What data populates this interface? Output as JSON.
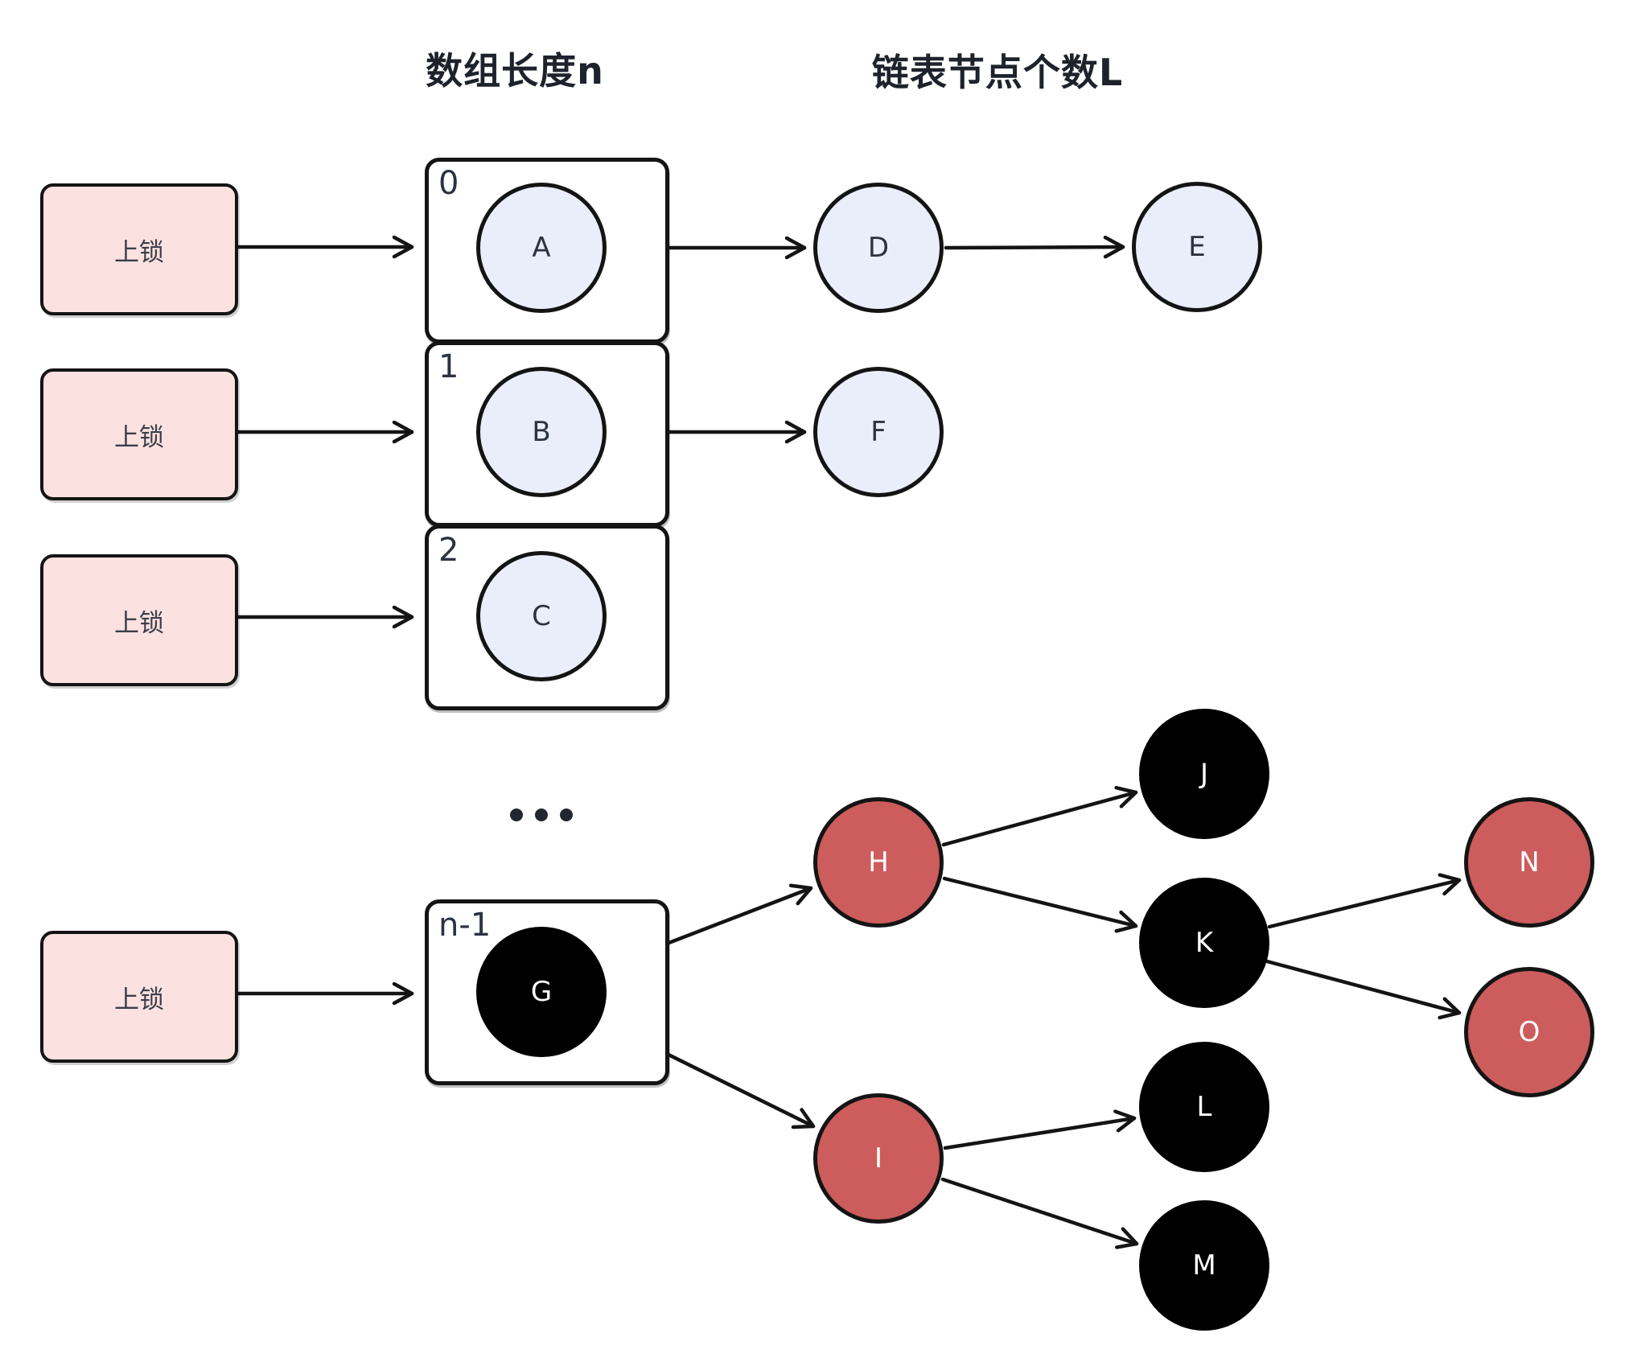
{
  "headers": {
    "array_label": "数组长度n",
    "list_label": "链表节点个数L"
  },
  "locks": [
    {
      "label": "上锁"
    },
    {
      "label": "上锁"
    },
    {
      "label": "上锁"
    },
    {
      "label": "上锁"
    }
  ],
  "slots": [
    {
      "index": "0",
      "bucket_node": "A"
    },
    {
      "index": "1",
      "bucket_node": "B"
    },
    {
      "index": "2",
      "bucket_node": "C"
    },
    {
      "index": "n-1",
      "bucket_node": "G"
    }
  ],
  "nodes": {
    "A": {
      "label": "A",
      "kind": "bucket-head-list"
    },
    "B": {
      "label": "B",
      "kind": "bucket-head-list"
    },
    "C": {
      "label": "C",
      "kind": "bucket-head-list"
    },
    "D": {
      "label": "D",
      "kind": "list"
    },
    "E": {
      "label": "E",
      "kind": "list"
    },
    "F": {
      "label": "F",
      "kind": "list"
    },
    "G": {
      "label": "G",
      "kind": "tree-black"
    },
    "H": {
      "label": "H",
      "kind": "tree-red"
    },
    "I": {
      "label": "I",
      "kind": "tree-red"
    },
    "J": {
      "label": "J",
      "kind": "tree-black"
    },
    "K": {
      "label": "K",
      "kind": "tree-black"
    },
    "L": {
      "label": "L",
      "kind": "tree-black"
    },
    "M": {
      "label": "M",
      "kind": "tree-black"
    },
    "N": {
      "label": "N",
      "kind": "tree-red"
    },
    "O": {
      "label": "O",
      "kind": "tree-red"
    }
  },
  "edges": [
    {
      "from": "lock-0",
      "to": "slot-0"
    },
    {
      "from": "lock-1",
      "to": "slot-1"
    },
    {
      "from": "lock-2",
      "to": "slot-2"
    },
    {
      "from": "lock-3",
      "to": "slot-n-1"
    },
    {
      "from": "A",
      "to": "D"
    },
    {
      "from": "D",
      "to": "E"
    },
    {
      "from": "B",
      "to": "F"
    },
    {
      "from": "G",
      "to": "H"
    },
    {
      "from": "G",
      "to": "I"
    },
    {
      "from": "H",
      "to": "J"
    },
    {
      "from": "H",
      "to": "K"
    },
    {
      "from": "I",
      "to": "L"
    },
    {
      "from": "I",
      "to": "M"
    },
    {
      "from": "K",
      "to": "N"
    },
    {
      "from": "K",
      "to": "O"
    }
  ],
  "colors": {
    "lock_fill": "#fce1e1",
    "node_light_fill": "#e9eefa",
    "node_red_fill": "#cd5c5c",
    "node_black_fill": "#000000",
    "stroke": "#141414",
    "text_dark": "#2b3342",
    "text_light": "#ffffff",
    "background": "#ffffff"
  }
}
